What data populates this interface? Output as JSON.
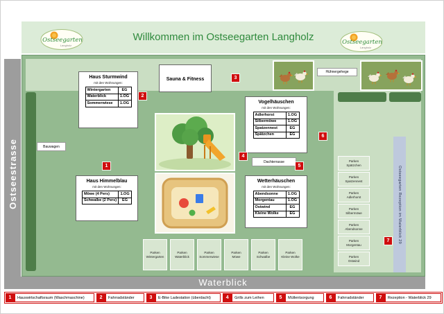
{
  "header": {
    "title": "Willkommen im Ostseegarten Langholz"
  },
  "logo": {
    "name": "Ostseegarten",
    "subtitle": "Langholz"
  },
  "roads": {
    "left": "Ostseestrasse",
    "bottom": "Waterblick"
  },
  "labels": {
    "huehnergehege": "Hühnergehege",
    "bauwagen": "Bauwagen",
    "dachterrasse": "Dachterrasse",
    "rezeption_strip": "Ostseegarten Rezeption im Waterblick 29"
  },
  "buildings": {
    "sturmwind": {
      "title": "Haus Sturmwind",
      "subtitle": "mit den Wohnungen:",
      "apartments": [
        {
          "name": "Wintergarten",
          "floor": "EG"
        },
        {
          "name": "Waterblick",
          "floor": "1.OG"
        },
        {
          "name": "Sommerwiese",
          "floor": "1.OG"
        }
      ]
    },
    "sauna": {
      "title": "Sauna & Fitness"
    },
    "himmelblau": {
      "title": "Haus Himmelblau",
      "subtitle": "mit den Wohnungen:",
      "apartments": [
        {
          "name": "Möwe (4 Pers)",
          "floor": "1.OG"
        },
        {
          "name": "Schwalbe (2 Pers)",
          "floor": "EG"
        }
      ]
    },
    "vogelhaeuschen": {
      "title": "Vogelhäuschen",
      "subtitle": "mit den Wohnungen:",
      "apartments": [
        {
          "name": "Adlerhorst",
          "floor": "1.OG"
        },
        {
          "name": "Silbermöwe",
          "floor": "1.OG"
        },
        {
          "name": "Spatzennest",
          "floor": "EG"
        },
        {
          "name": "Spätzchen",
          "floor": "EG"
        }
      ]
    },
    "wetterhaeuschen": {
      "title": "Wetterhäuschen",
      "subtitle": "mit den Wohnungen:",
      "apartments": [
        {
          "name": "Abendsonne",
          "floor": "1.OG"
        },
        {
          "name": "Morgentau",
          "floor": "1.OG"
        },
        {
          "name": "Ostwind",
          "floor": "EG"
        },
        {
          "name": "Kleine Wolke",
          "floor": "EG"
        }
      ]
    }
  },
  "parking": {
    "label": "Parken",
    "right": [
      "Spätzchen",
      "Spatzennest",
      "Adlerhorst",
      "Silbermöwe",
      "Abendsonne",
      "Morgentau",
      "Ostwind"
    ],
    "bottom": [
      "Wintergarten",
      "Waterblick",
      "Sommerwiese",
      "Möwe",
      "Schwalbe",
      "Kleine Wolke"
    ]
  },
  "markers": [
    "1",
    "2",
    "3",
    "4",
    "5",
    "6",
    "7"
  ],
  "legend": [
    {
      "num": "1",
      "label": "Hauswirtschaftsraum (Waschmaschine)"
    },
    {
      "num": "2",
      "label": "Fahrradständer"
    },
    {
      "num": "3",
      "label": "E-Bike Ladestation (überdacht)"
    },
    {
      "num": "4",
      "label": "Grills zum Leihen"
    },
    {
      "num": "5",
      "label": "Müllentsorgung"
    },
    {
      "num": "6",
      "label": "Fahrradständer"
    },
    {
      "num": "7",
      "label": "Rezeption - Waterblick 29"
    }
  ],
  "colors": {
    "accent_red": "#cf0e0e",
    "map_green": "#94ba90",
    "path_green": "#cadec3",
    "header_green": "#dcecd8",
    "title_green": "#2f8a3d",
    "road_gray": "#9d9d9d",
    "strip_blue": "#bec9dd"
  }
}
